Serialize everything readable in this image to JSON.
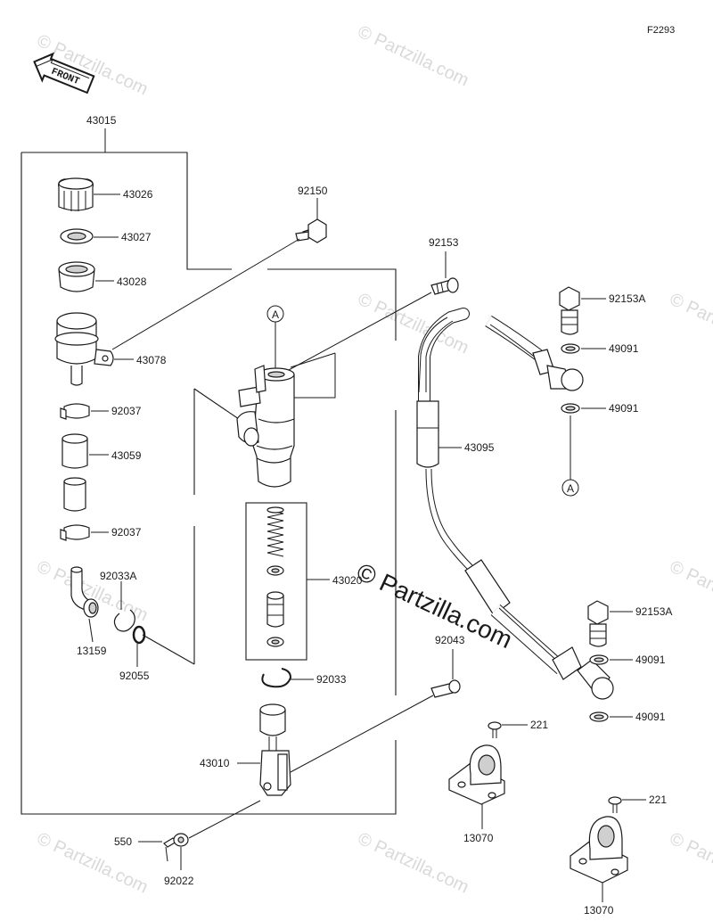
{
  "figure_code": "F2293",
  "front_label": "FRONT",
  "watermark": "© Partzilla.com",
  "watermark_center": "© Partzilla.com",
  "callout_marker": "A",
  "parts": {
    "p43015": "43015",
    "p43026": "43026",
    "p43027": "43027",
    "p43028": "43028",
    "p43078": "43078",
    "p92037a": "92037",
    "p43059": "43059",
    "p92037b": "92037",
    "p92033A": "92033A",
    "p13159": "13159",
    "p92055": "92055",
    "p92150": "92150",
    "p92153": "92153",
    "p43020": "43020",
    "p92033": "92033",
    "p43010": "43010",
    "p92043": "92043",
    "p550": "550",
    "p92022": "92022",
    "p43095": "43095",
    "p92153Aa": "92153A",
    "p49091a": "49091",
    "p49091b": "49091",
    "p92153Ab": "92153A",
    "p49091c": "49091",
    "p49091d": "49091",
    "p221a": "221",
    "p13070a": "13070",
    "p221b": "221",
    "p13070b": "13070"
  }
}
